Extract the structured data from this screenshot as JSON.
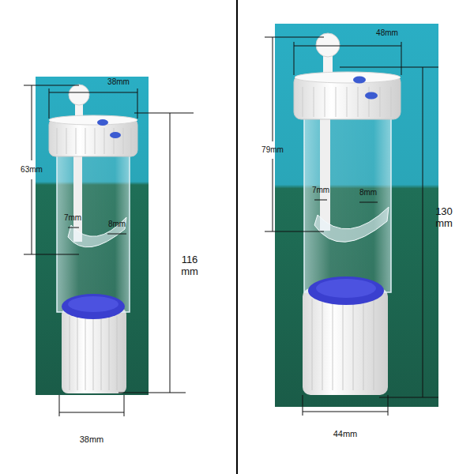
{
  "diagram": {
    "labels": [
      "38mm",
      "63mm",
      "7mm",
      "8mm",
      "116 mm",
      "38mm",
      "48mm",
      "79mm",
      "7mm",
      "8mm",
      "130 mm",
      "44mm"
    ]
  }
}
